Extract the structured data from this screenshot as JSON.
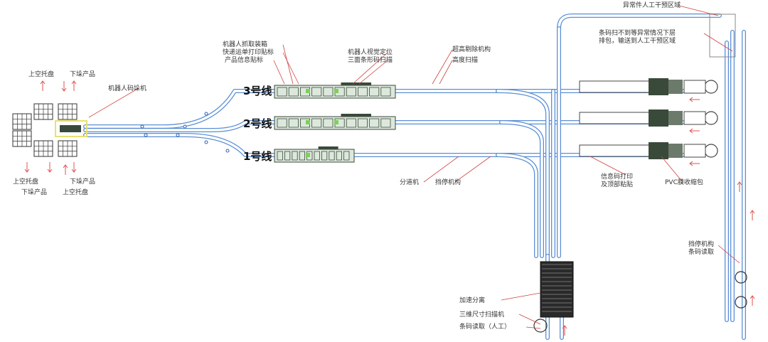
{
  "colors": {
    "conveyor": "#5b8fd6",
    "conveyor_dark": "#2b5fb5",
    "machine": "#3a4a3a",
    "accent_yellow": "#e8e070",
    "accent_green": "#7ed05a",
    "arrow_red": "#e05050",
    "leader": "#d04040"
  },
  "labels": {
    "empty_pallet_up_top": "上空托盘",
    "unload_product_top": "下垛产品",
    "robot_palletizer": "机器人码垛机",
    "empty_pallet_up_bottom": "上空托盘",
    "unload_product_bottom_left": "下垛产品",
    "unload_product_bottom_right": "下垛产品",
    "empty_pallet_bottom_right": "上空托盘",
    "robot_grab_box": "机器人抓取装箱",
    "express_label_print": "快递运单打印贴标",
    "product_info_label": "产品信息贴标",
    "robot_vision": "机器人视觉定位",
    "barcode_scan_3side": "三面条形码扫描",
    "overheight_reject": "超高剔除机构",
    "height_scan": "高度扫描",
    "line3": "3号线",
    "line2": "2号线",
    "line1": "1号线",
    "diverter": "分道机",
    "stopper": "挡停机构",
    "info_code_print": "信息码打印",
    "top_label": "及顶部粘贴",
    "pvc_shrink": "PVC膜收缩包",
    "abnormal_manual": "异常件人工干预区域",
    "abnormal_desc_1": "条码扫不到等异常情况下层",
    "abnormal_desc_2": "排包，输送到人工干预区域",
    "stopper_right": "挡停机构",
    "barcode_read_right": "条码读取",
    "accel_separate": "加速分离",
    "dim_scanner": "三维尺寸扫描机",
    "barcode_read_manual": "条码读取（人工）"
  }
}
